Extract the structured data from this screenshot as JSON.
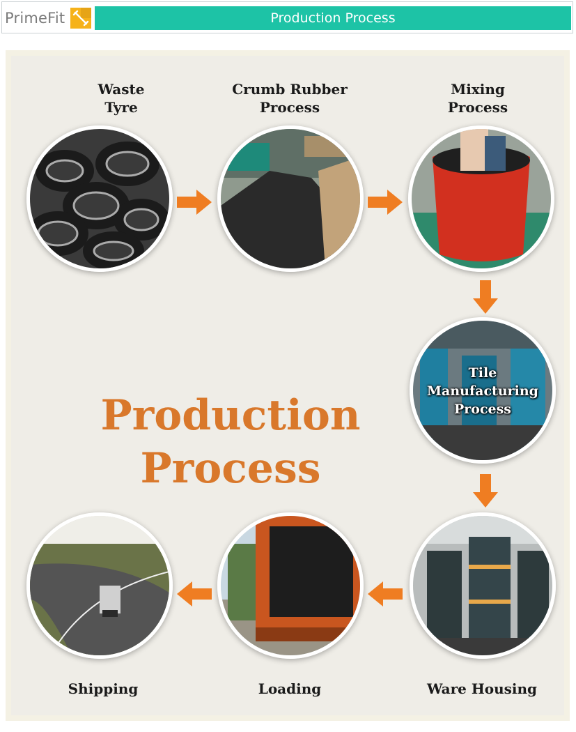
{
  "header": {
    "logo_text": "PrimeFit",
    "title": "Production Process",
    "title_bar_color": "#1dc3a6"
  },
  "main_title": {
    "line1": "Production",
    "line2": "Process",
    "color": "#d9782b"
  },
  "steps": [
    {
      "line1": "Waste",
      "line2": "Tyre"
    },
    {
      "line1": "Crumb Rubber",
      "line2": "Process"
    },
    {
      "line1": "Mixing",
      "line2": "Process"
    },
    {
      "line1": "Tile",
      "line2": "Manufacturing",
      "line3": "Process"
    },
    {
      "label": "Ware Housing"
    },
    {
      "label": "Loading"
    },
    {
      "label": "Shipping"
    }
  ],
  "arrow_color": "#ef7d22",
  "icons": [
    "logo-mark-icon",
    "arrow-right-icon",
    "arrow-down-icon",
    "arrow-left-icon"
  ]
}
